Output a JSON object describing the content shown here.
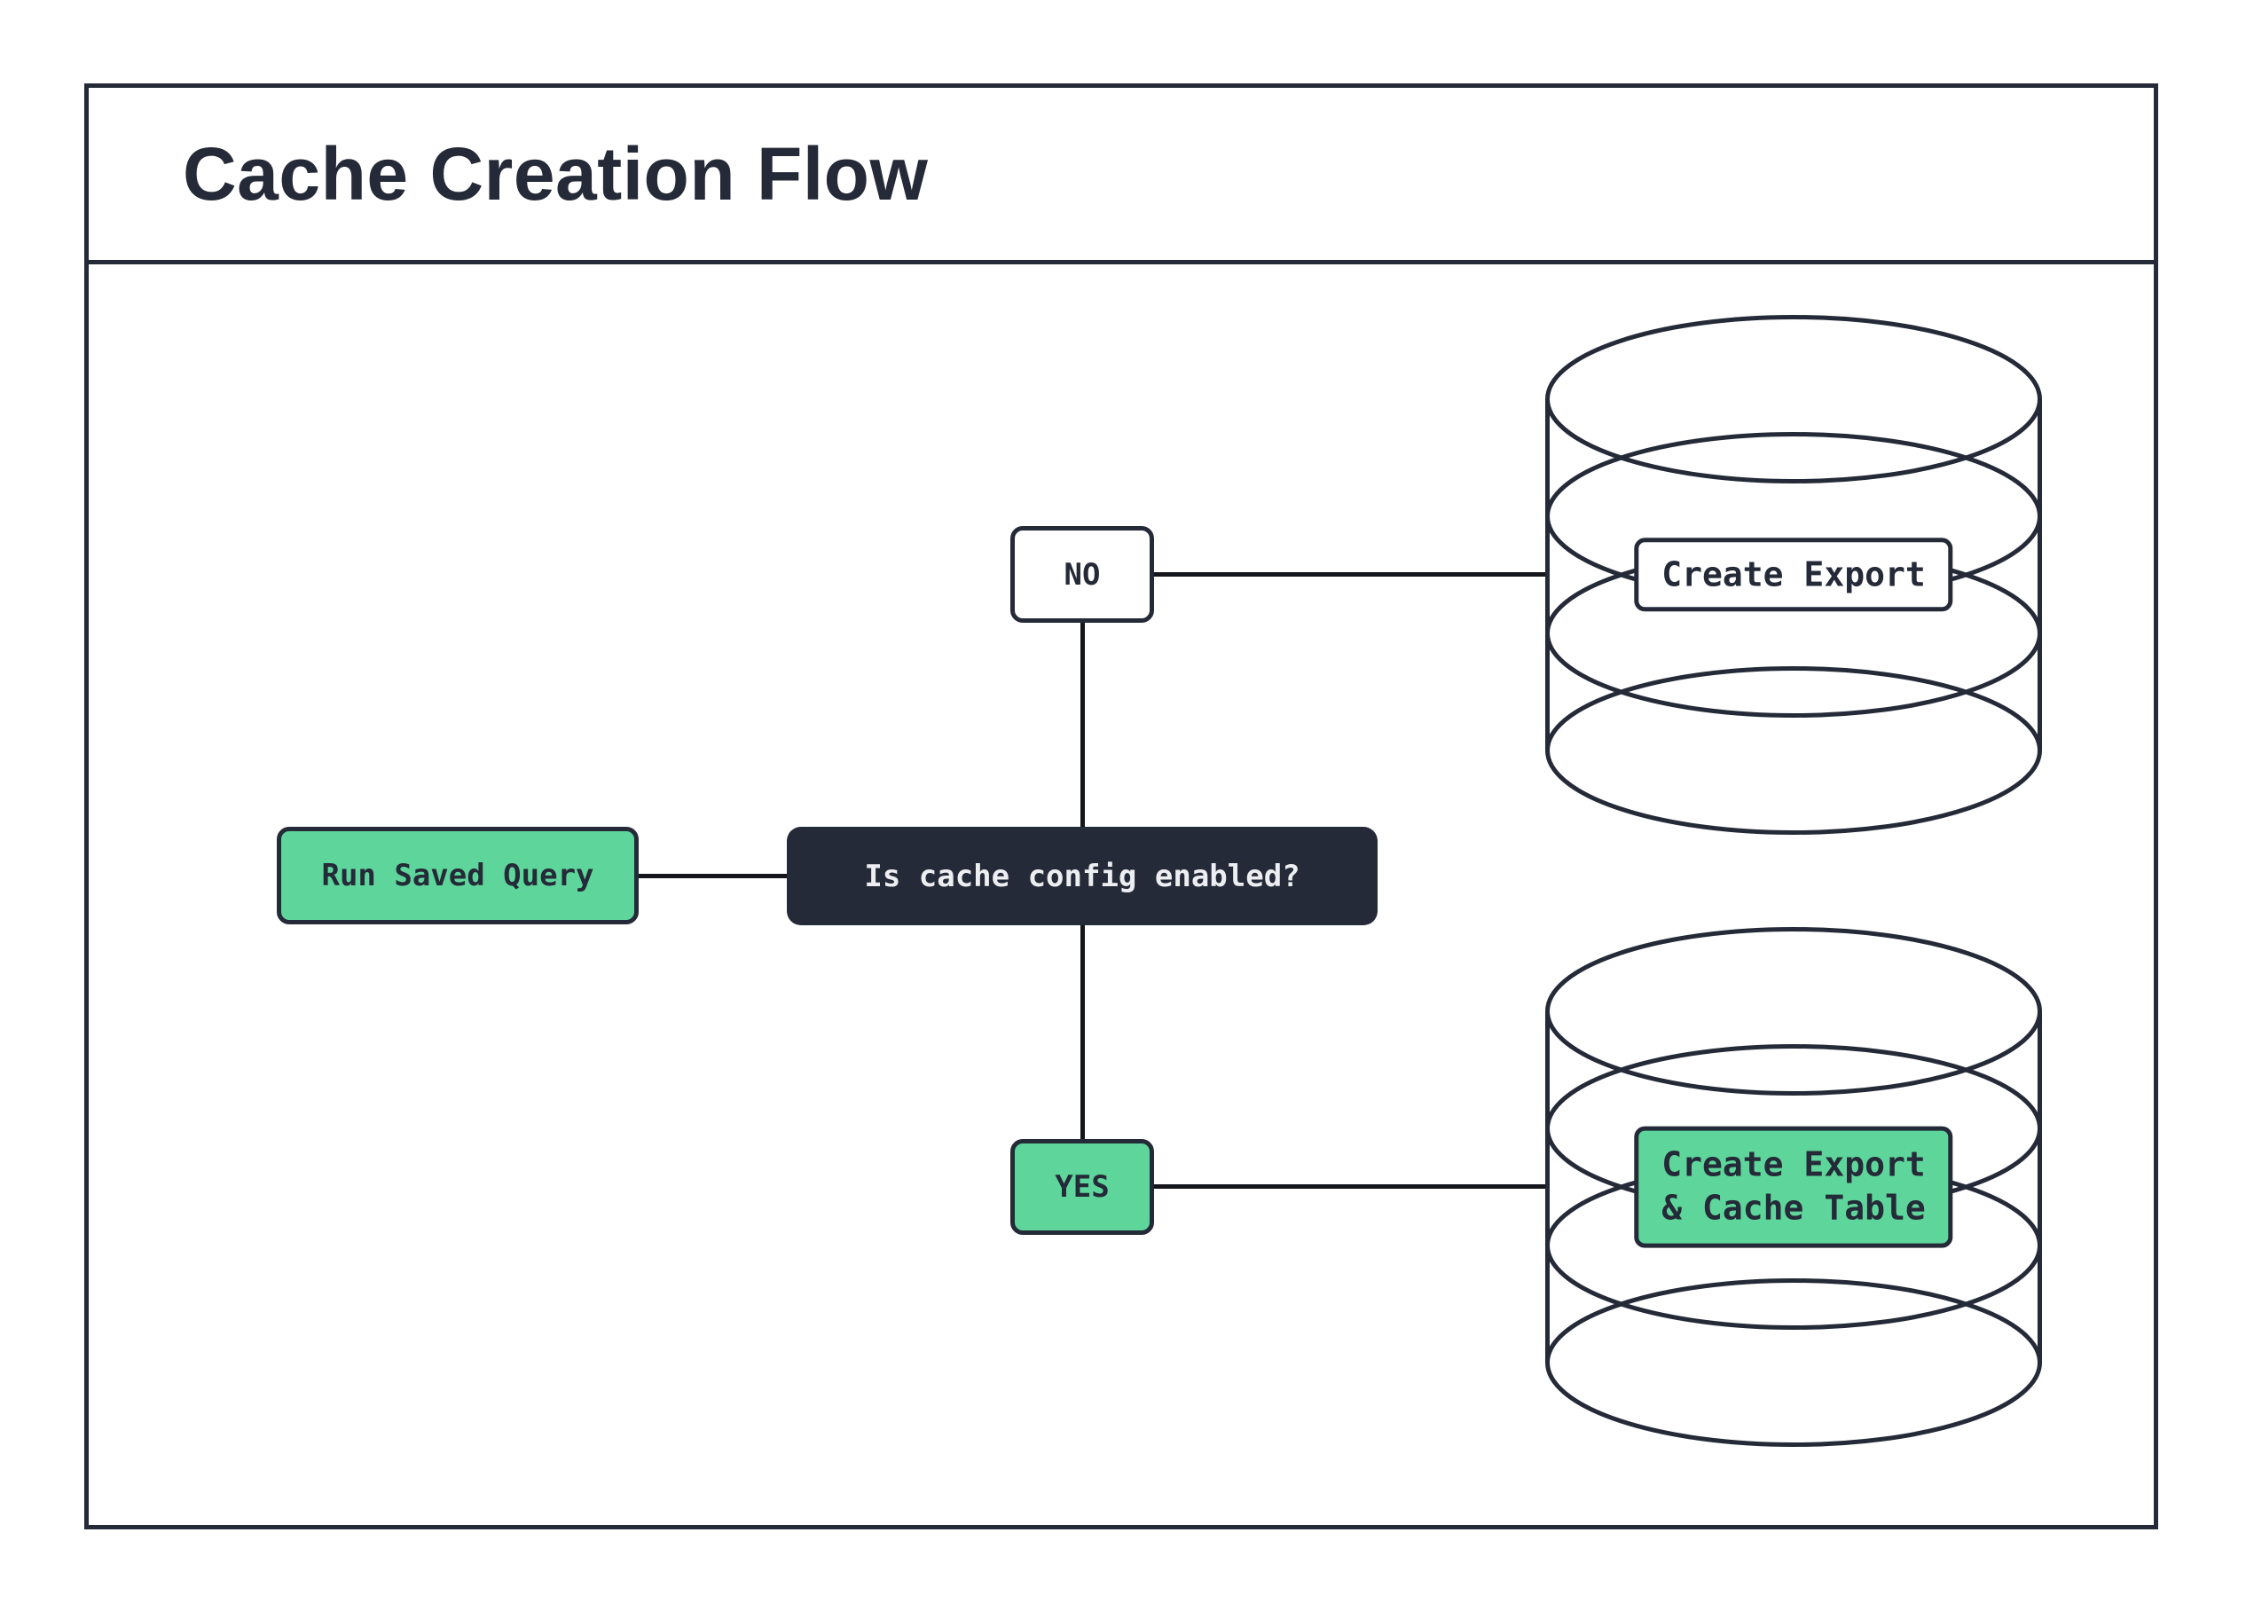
{
  "header": {
    "title": "Cache Creation Flow"
  },
  "flow": {
    "start": {
      "label": "Run Saved Query"
    },
    "decision": {
      "label": "Is cache config enabled?"
    },
    "branches": {
      "no": {
        "label": "NO",
        "result": {
          "label": "Create Export"
        }
      },
      "yes": {
        "label": "YES",
        "result": {
          "line1": "Create Export",
          "line2": "& Cache Table"
        }
      }
    }
  },
  "icons": {
    "no_target": "database-icon",
    "yes_target": "database-icon"
  },
  "colors": {
    "ink": "#252a38",
    "connector": "#14161c",
    "green": "#5ed69b",
    "paper": "#ffffff",
    "light_text": "#edeef1"
  }
}
